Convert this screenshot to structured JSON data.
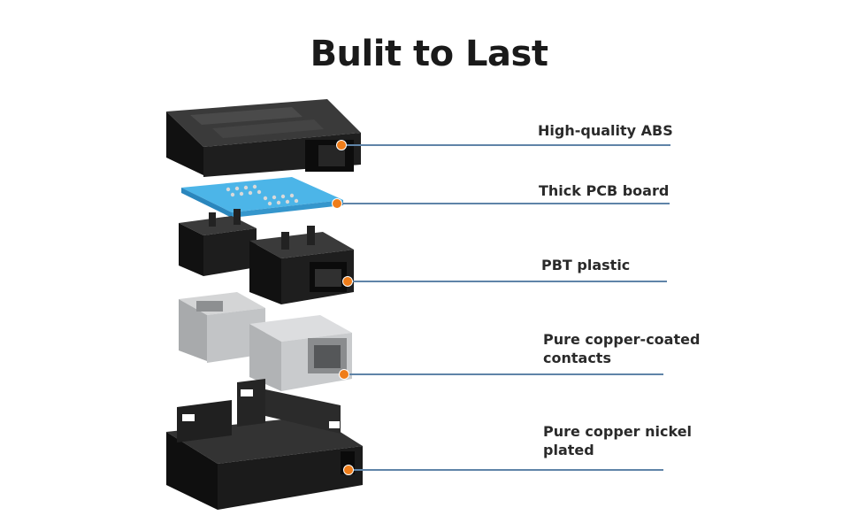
{
  "title": "Bulit to Last",
  "colors": {
    "line": "#5f84a8",
    "dot": "#ef7d1a",
    "housing": "#1c1c1c",
    "pcb": "#3fa9e0",
    "shield": "#c9cbcd"
  },
  "callouts": [
    {
      "label": "High-quality ABS",
      "component": "top-cover"
    },
    {
      "label": "Thick PCB board",
      "component": "pcb-board"
    },
    {
      "label": "PBT plastic",
      "component": "rj45-jacks"
    },
    {
      "label": "Pure copper-coated contacts",
      "component": "metal-shields"
    },
    {
      "label": "Pure copper nickel plated",
      "component": "bottom-base"
    }
  ]
}
